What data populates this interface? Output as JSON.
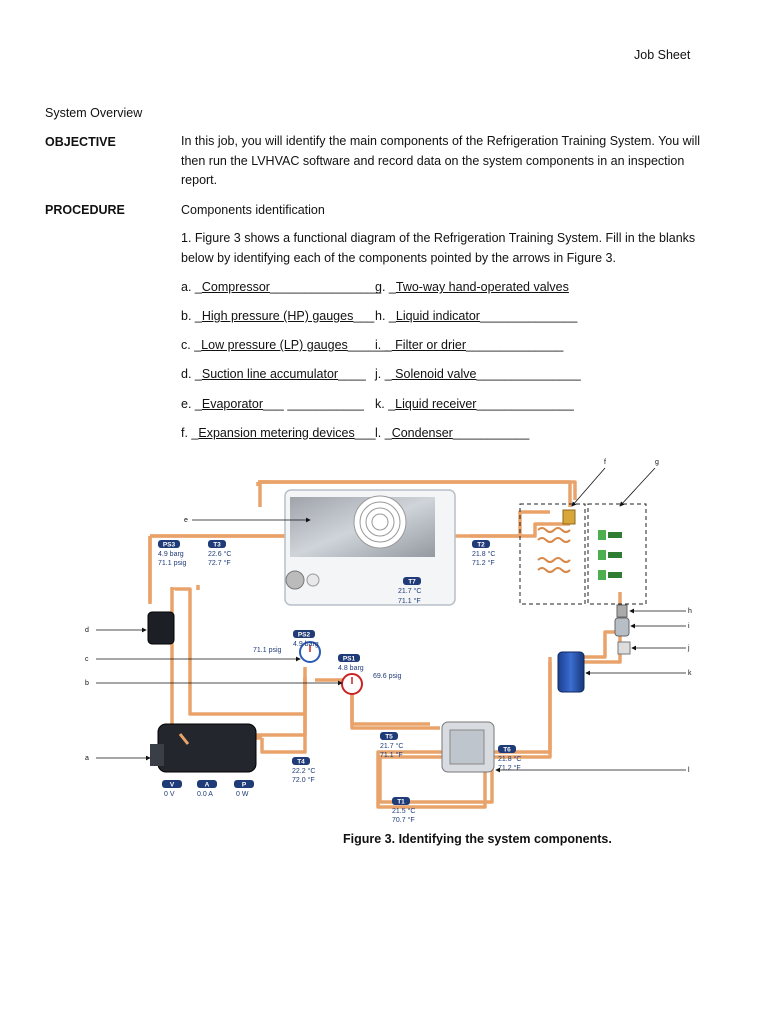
{
  "header": {
    "title": "Job Sheet"
  },
  "section": "System Overview",
  "objective": {
    "label": "OBJECTIVE",
    "line1": "In this job, you will identify the main components of the Refrigeration Training System. You will",
    "line2": "then run the LVHVAC software and record data on the system components in an inspection",
    "line3": "report."
  },
  "procedure": {
    "label": "PROCEDURE",
    "heading": "Components identification",
    "instruction1": " 1. Figure 3 shows a functional diagram of the Refrigeration Training System. Fill in the blanks",
    "instruction2": "below by identifying each of the components pointed by the arrows in Figure 3."
  },
  "answers": {
    "left": [
      {
        "letter": "a.",
        "pre": " _",
        "text": "Compressor",
        "post": "________________"
      },
      {
        "letter": "b.",
        "pre": " _",
        "text": "High pressure (HP) gauges",
        "post": "___"
      },
      {
        "letter": "c.",
        "pre": " _",
        "text": "Low pressure (LP) gauges",
        "post": "______"
      },
      {
        "letter": "d.",
        "pre": " _",
        "text": "Suction line accumulator",
        "post": "____"
      },
      {
        "letter": "e.",
        "pre": " _",
        "text": "Evaporator",
        "post": "___ ___________"
      },
      {
        "letter": "f.",
        "pre": " _",
        "text": "Expansion metering devices",
        "post": "___"
      }
    ],
    "right": [
      {
        "letter": "g.",
        "pre": " _",
        "text": "Two-way hand-operated valves",
        "post": ""
      },
      {
        "letter": "h.",
        "pre": " _",
        "text": "Liquid indicator",
        "post": "______________"
      },
      {
        "letter": "i.",
        "pre": " _",
        "text": " Filter or drier",
        "post": "______________"
      },
      {
        "letter": "j.",
        "pre": " _",
        "text": " Solenoid valve",
        "post": "_______________"
      },
      {
        "letter": "k.",
        "pre": " _",
        "text": "Liquid receiver",
        "post": "______________"
      },
      {
        "letter": "l.",
        "pre": " _",
        "text": "Condenser",
        "post": "___________"
      }
    ]
  },
  "diagram": {
    "arrow_labels": {
      "a": "a",
      "b": "b",
      "c": "c",
      "d": "d",
      "e": "e",
      "f": "f",
      "g": "g",
      "h": "h",
      "i": "i",
      "j": "j",
      "k": "k",
      "l": "l"
    },
    "tags": {
      "ps3": {
        "name": "PS3",
        "v1": "4.9 barg",
        "v2": "71.1 psig"
      },
      "t3": {
        "name": "T3",
        "v1": "22.6 °C",
        "v2": "72.7 °F"
      },
      "t2": {
        "name": "T2",
        "v1": "21.8 °C",
        "v2": "71.2 °F"
      },
      "t7": {
        "name": "T7",
        "v1": "21.7 °C",
        "v2": "71.1 °F"
      },
      "ps2": {
        "name": "PS2",
        "v1": "4.9 barg",
        "v2": "71.1 psig"
      },
      "ps1": {
        "name": "PS1",
        "v1": "4.8 barg",
        "v2": "69.6 psig"
      },
      "t5": {
        "name": "T5",
        "v1": "21.7 °C",
        "v2": "71.1 °F"
      },
      "t6": {
        "name": "T6",
        "v1": "21.8 °C",
        "v2": "71.2 °F"
      },
      "t4": {
        "name": "T4",
        "v1": "22.2 °C",
        "v2": "72.0 °F"
      },
      "t1": {
        "name": "T1",
        "v1": "21.5 °C",
        "v2": "70.7 °F"
      }
    },
    "meters": {
      "v": {
        "name": "V",
        "value": "0 V"
      },
      "a": {
        "name": "A",
        "value": "0.0 A"
      },
      "p": {
        "name": "P",
        "value": "0 W"
      }
    },
    "colors": {
      "pipe": "#e9a36a",
      "tag": "#1f3b78"
    }
  },
  "caption": "Figure 3. Identifying the system components."
}
